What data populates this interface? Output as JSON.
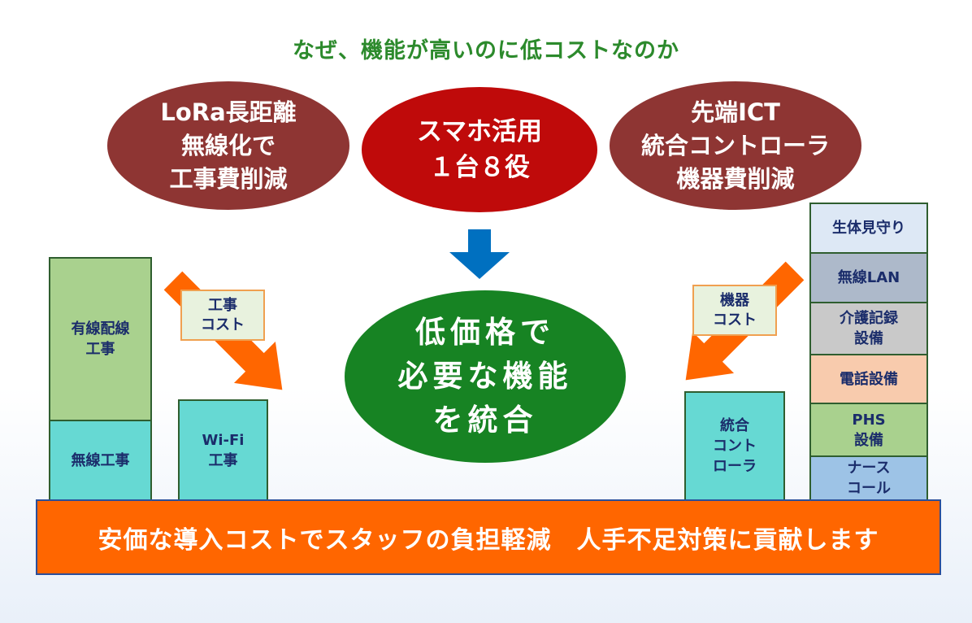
{
  "title": "なぜ、機能が高いのに低コストなのか",
  "ovals": {
    "lora": "LoRa長距離\n無線化で\n工事費削減",
    "smartphone": "スマホ活用\n１台８役",
    "ict": "先端ICT\n統合コントローラ\n機器費削減",
    "center": "低価格で\n必要な機能\nを統合"
  },
  "left": {
    "wired": "有線配線\n工事",
    "wireless": "無線工事",
    "cost_label": "工事\nコスト",
    "wifi": "Wi-Fi\n工事"
  },
  "right": {
    "cost_label": "機器\nコスト",
    "controller": "統合\nコント\nローラ",
    "stack": [
      "生体見守り",
      "無線LAN",
      "介護記録\n設備",
      "電話設備",
      "PHS\n設備",
      "ナース\nコール"
    ]
  },
  "banner": "安価な導入コストでスタッフの負担軽減　人手不足対策に貢献します",
  "colors": {
    "oval_brown": "#8e3533",
    "oval_red": "#bf0a0a",
    "oval_green": "#178323",
    "banner_orange": "#ff6600",
    "arrow_orange": "#ff6600",
    "arrow_blue": "#0070c0"
  }
}
